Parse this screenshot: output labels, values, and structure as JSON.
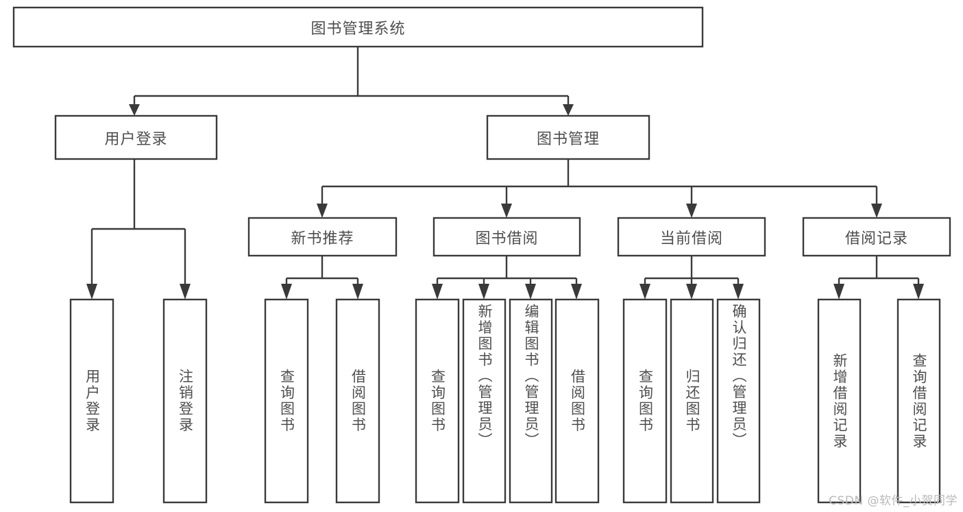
{
  "diagram": {
    "type": "tree",
    "title": "图书管理系统",
    "watermark": "CSDN @软件_小贺同学",
    "colors": {
      "box_stroke": "#3a3a3a",
      "box_fill": "#ffffff",
      "text": "#4e4e4e",
      "watermark": "#b9b9b9",
      "background": "#ffffff"
    },
    "nodes": {
      "root": {
        "label": "图书管理系统",
        "orientation": "horizontal"
      },
      "level2": [
        {
          "id": "user-login",
          "label": "用户登录",
          "orientation": "horizontal"
        },
        {
          "id": "book-manage",
          "label": "图书管理",
          "orientation": "horizontal"
        }
      ],
      "level3": [
        {
          "id": "new-book-recommend",
          "label": "新书推荐",
          "orientation": "horizontal",
          "parent": "book-manage"
        },
        {
          "id": "book-borrow",
          "label": "图书借阅",
          "orientation": "horizontal",
          "parent": "book-manage"
        },
        {
          "id": "current-borrow",
          "label": "当前借阅",
          "orientation": "horizontal",
          "parent": "book-manage"
        },
        {
          "id": "borrow-record",
          "label": "借阅记录",
          "orientation": "horizontal",
          "parent": "book-manage"
        }
      ],
      "leaves": [
        {
          "id": "leaf-user-login",
          "label": "用户登录",
          "orientation": "vertical",
          "parent": "user-login"
        },
        {
          "id": "leaf-user-logout",
          "label": "注销登录",
          "orientation": "vertical",
          "parent": "user-login"
        },
        {
          "id": "leaf-query-book-1",
          "label": "查询图书",
          "orientation": "vertical",
          "parent": "new-book-recommend"
        },
        {
          "id": "leaf-borrow-book-1",
          "label": "借阅图书",
          "orientation": "vertical",
          "parent": "new-book-recommend"
        },
        {
          "id": "leaf-query-book-2",
          "label": "查询图书",
          "orientation": "vertical",
          "parent": "book-borrow"
        },
        {
          "id": "leaf-add-book",
          "label": "新增图书（管理员）",
          "orientation": "vertical",
          "parent": "book-borrow"
        },
        {
          "id": "leaf-edit-book",
          "label": "编辑图书（管理员）",
          "orientation": "vertical",
          "parent": "book-borrow"
        },
        {
          "id": "leaf-borrow-book-2",
          "label": "借阅图书",
          "orientation": "vertical",
          "parent": "book-borrow"
        },
        {
          "id": "leaf-query-book-3",
          "label": "查询图书",
          "orientation": "vertical",
          "parent": "current-borrow"
        },
        {
          "id": "leaf-return-book",
          "label": "归还图书",
          "orientation": "vertical",
          "parent": "current-borrow"
        },
        {
          "id": "leaf-confirm-return",
          "label": "确认归还（管理员）",
          "orientation": "vertical",
          "parent": "current-borrow"
        },
        {
          "id": "leaf-add-record",
          "label": "新增借阅记录",
          "orientation": "vertical",
          "parent": "borrow-record"
        },
        {
          "id": "leaf-query-record",
          "label": "查询借阅记录",
          "orientation": "vertical",
          "parent": "borrow-record"
        }
      ]
    }
  }
}
